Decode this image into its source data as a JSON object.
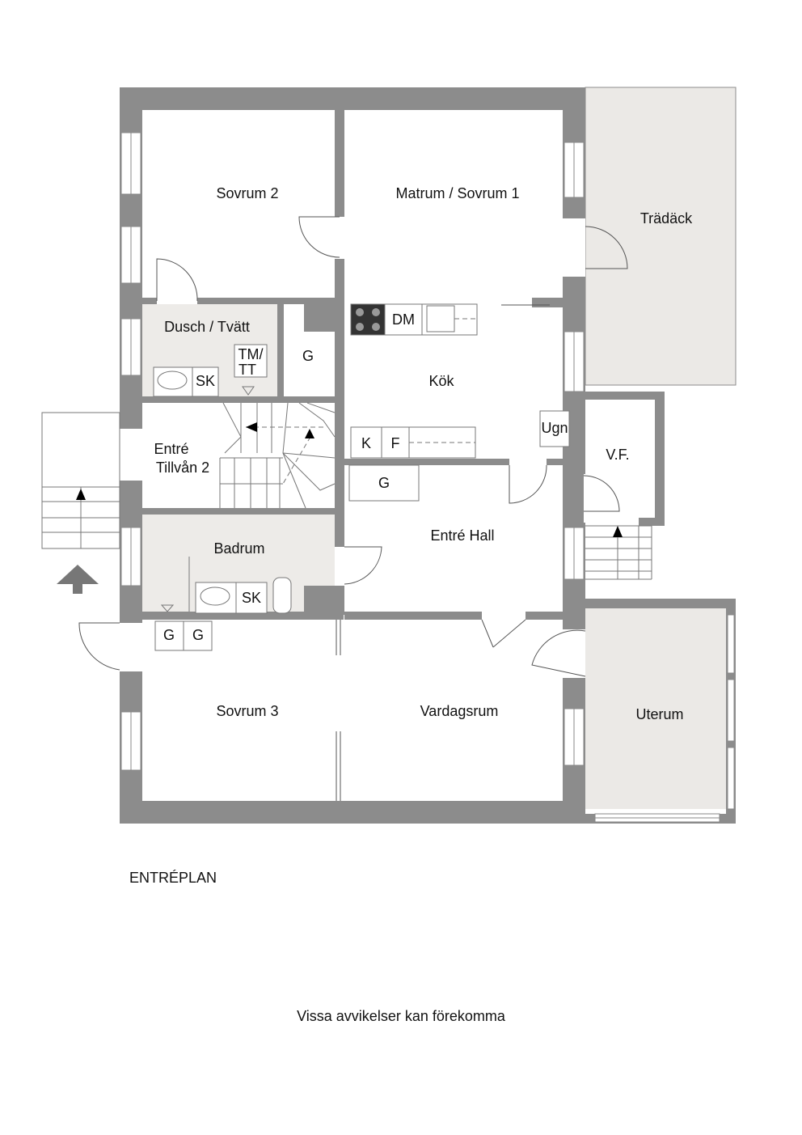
{
  "plan": {
    "rooms": {
      "sovrum2": "Sovrum 2",
      "matrum": "Matrum / Sovrum 1",
      "tradack": "Trädäck",
      "dusch": "Dusch / Tvätt",
      "kok": "Kök",
      "entre_tillvan_1": "Entré",
      "entre_tillvan_2": "Tillvån 2",
      "vf": "V.F.",
      "entre_hall": "Entré Hall",
      "badrum": "Badrum",
      "sovrum3": "Sovrum 3",
      "vardagsrum": "Vardagsrum",
      "uterum": "Uterum"
    },
    "fixtures": {
      "dm": "DM",
      "tm": "TM/",
      "tt": "TT",
      "sk": "SK",
      "g": "G",
      "k": "K",
      "f": "F",
      "ugn": "Ugn"
    }
  },
  "footer": {
    "floor_name": "ENTRÉPLAN",
    "disclaimer": "Vissa avvikelser kan förekomma"
  },
  "colors": {
    "wall": "#8c8c8c",
    "wet_room": "#edebe8",
    "outdoor": "#ebe9e6",
    "line": "#555555"
  }
}
